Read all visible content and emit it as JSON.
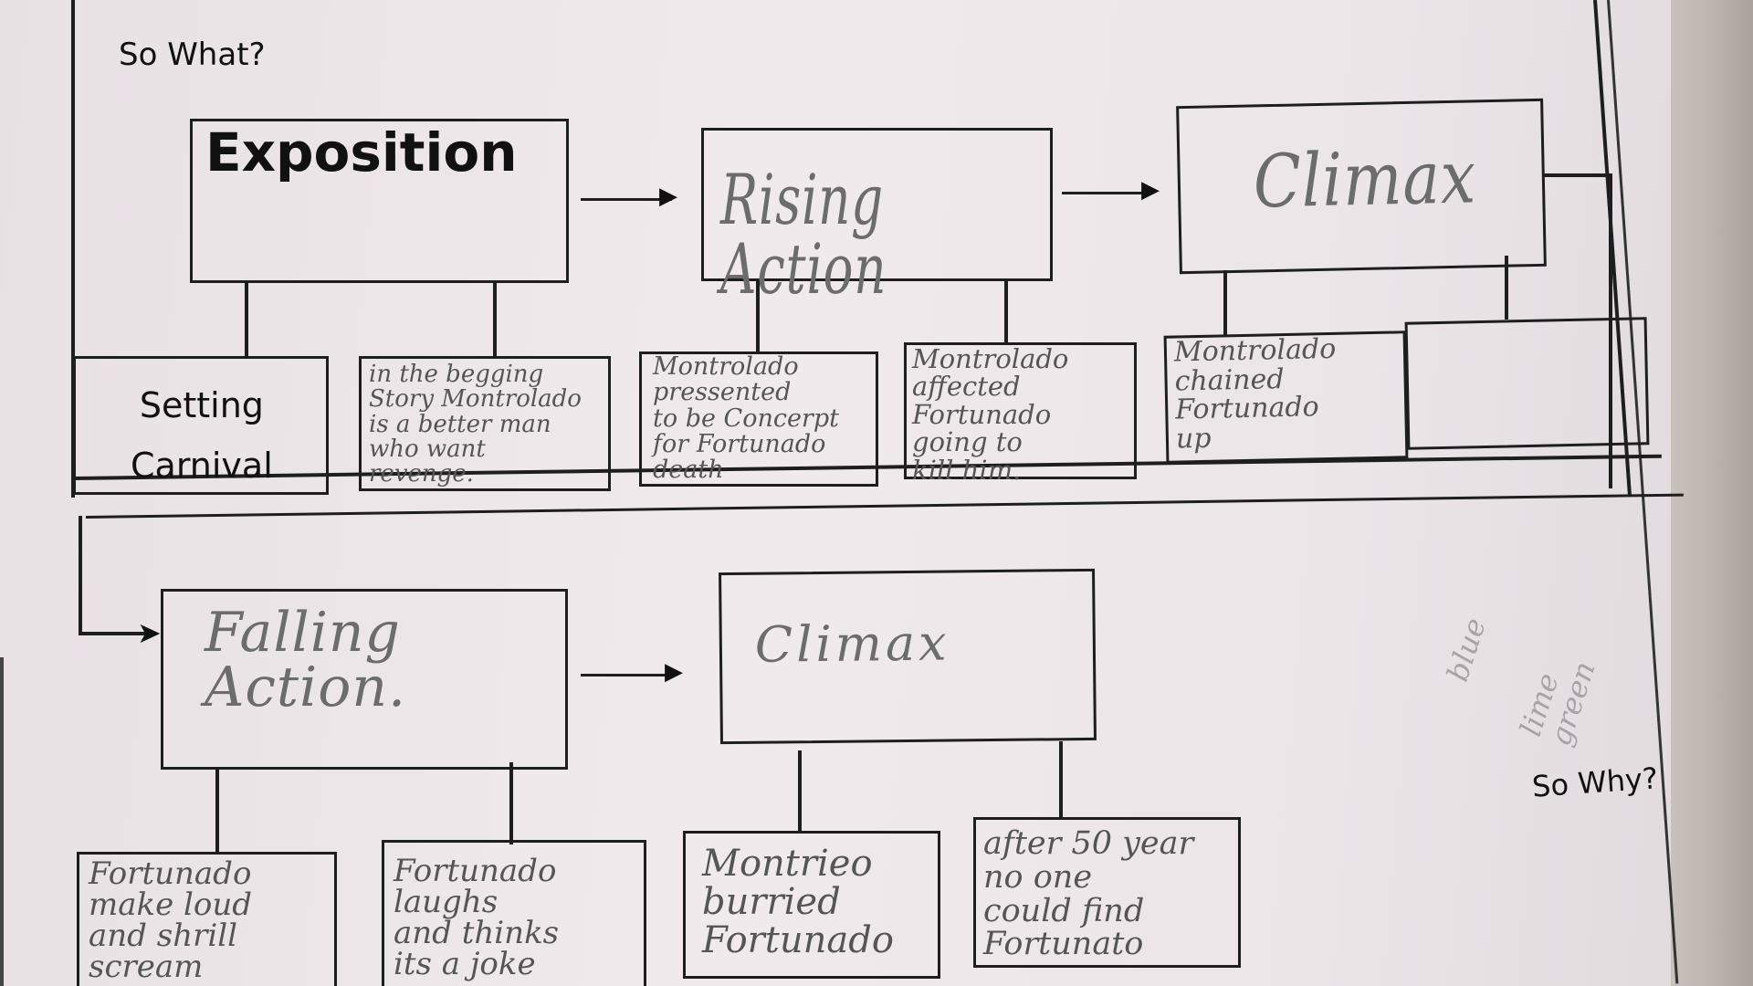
{
  "worksheet": {
    "so_what_label": "So What?",
    "so_why_label": "So Why?",
    "row1": {
      "exposition": {
        "title": "Exposition",
        "children": [
          {
            "lines": "Setting\nCarnival"
          },
          {
            "lines": "in the begging\nStory Montrolado\nis a better man\nwho want\nrevenge."
          }
        ]
      },
      "rising_action": {
        "title": "Rising Action",
        "children": [
          {
            "lines": "Montrolado\npressented\nto be Concerpt\nfor Fortunado\ndeath"
          },
          {
            "lines": "Montrolado\naffected\nFortunado\ngoing to\nkill him."
          }
        ]
      },
      "climax": {
        "title": "Climax",
        "children": [
          {
            "lines": "Montrolado\nchained\nFortunado\nup"
          },
          {
            "lines": ""
          }
        ]
      }
    },
    "row2": {
      "falling_action": {
        "title": "Falling\nAction.",
        "children": [
          {
            "lines": "Fortunado\nmake loud\nand shrill\nscream"
          },
          {
            "lines": "Fortunado\nlaughs\nand thinks\nits a joke"
          }
        ]
      },
      "resolution": {
        "title": "Climax",
        "children": [
          {
            "lines": "Montrieo\nburried\nFortunado"
          },
          {
            "lines": "after 50 year\nno one\ncould find\nFortunato"
          }
        ]
      }
    },
    "margin_notes": [
      "blue",
      "lime green"
    ]
  }
}
